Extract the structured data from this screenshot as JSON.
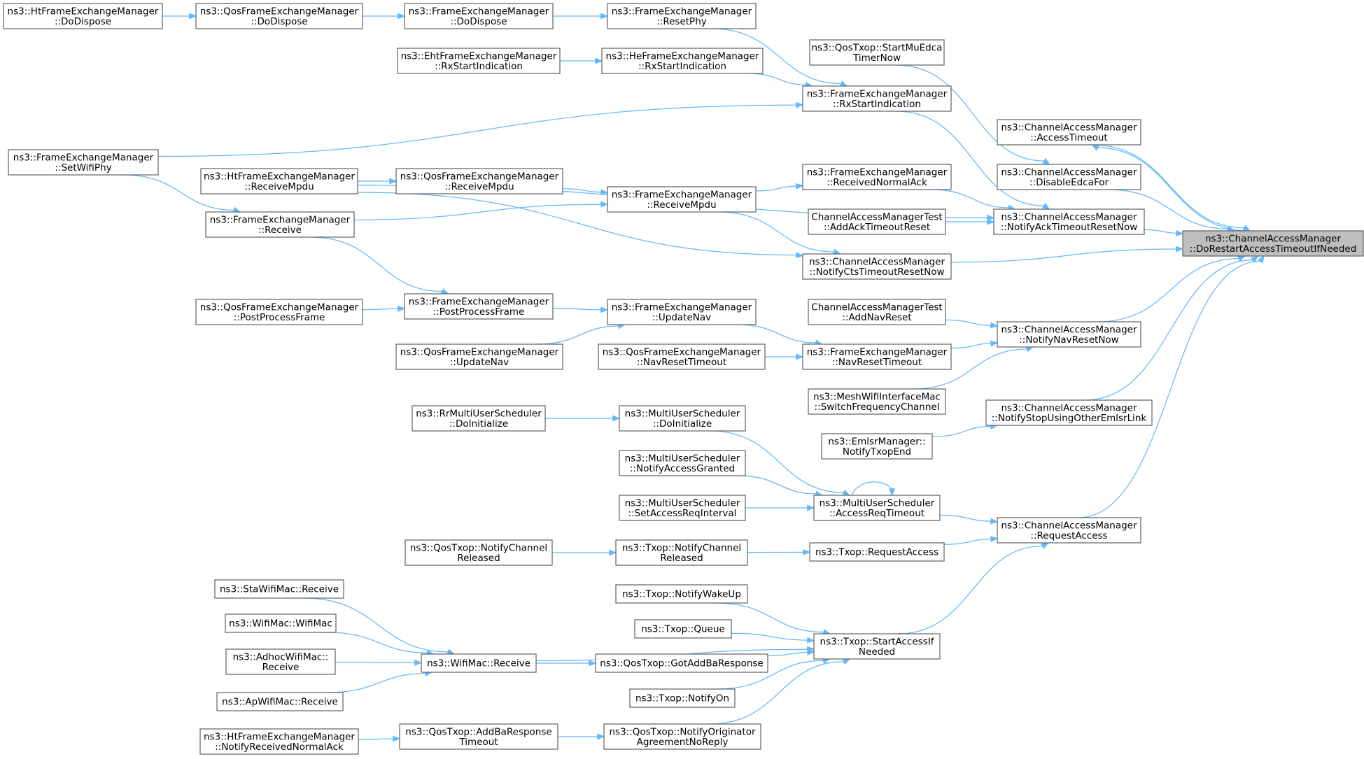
{
  "root_node": "n_root",
  "colors": {
    "edge": "#63b8ff",
    "node_border": "#666666",
    "root_fill": "#bfbfbf"
  },
  "nodes": {
    "n_root": {
      "lines": [
        "ns3::ChannelAccessManager",
        "::DoRestartAccessTimeoutIfNeeded"
      ]
    },
    "n_access_timeout": {
      "lines": [
        "ns3::ChannelAccessManager",
        "::AccessTimeout"
      ]
    },
    "n_disable_edca": {
      "lines": [
        "ns3::ChannelAccessManager",
        "::DisableEdcaFor"
      ]
    },
    "n_notify_ack": {
      "lines": [
        "ns3::ChannelAccessManager",
        "::NotifyAckTimeoutResetNow"
      ]
    },
    "n_notify_nav": {
      "lines": [
        "ns3::ChannelAccessManager",
        "::NotifyNavResetNow"
      ]
    },
    "n_notify_stop": {
      "lines": [
        "ns3::ChannelAccessManager",
        "::NotifyStopUsingOtherEmlsrLink"
      ]
    },
    "n_request_access": {
      "lines": [
        "ns3::ChannelAccessManager",
        "::RequestAccess"
      ]
    },
    "n_notify_cts": {
      "lines": [
        "ns3::ChannelAccessManager",
        "::NotifyCtsTimeoutResetNow"
      ]
    },
    "n_fem_rxstart": {
      "lines": [
        "ns3::FrameExchangeManager",
        "::RxStartIndication"
      ]
    },
    "n_qostxop_startmu": {
      "lines": [
        "ns3::QosTxop::StartMuEdca",
        "TimerNow"
      ]
    },
    "n_fem_received_ack": {
      "lines": [
        "ns3::FrameExchangeManager",
        "::ReceivedNormalAck"
      ]
    },
    "n_cam_test_ack": {
      "lines": [
        "ChannelAccessManagerTest",
        "::AddAckTimeoutReset"
      ]
    },
    "n_cam_test_nav": {
      "lines": [
        "ChannelAccessManagerTest",
        "::AddNavReset"
      ]
    },
    "n_fem_nav_reset": {
      "lines": [
        "ns3::FrameExchangeManager",
        "::NavResetTimeout"
      ]
    },
    "n_mesh_switch": {
      "lines": [
        "ns3::MeshWifiInterfaceMac",
        "::SwitchFrequencyChannel"
      ]
    },
    "n_emlsr_txop_end": {
      "lines": [
        "ns3::EmlsrManager::",
        "NotifyTxopEnd"
      ]
    },
    "n_mus_accessreq": {
      "lines": [
        "ns3::MultiUserScheduler",
        "::AccessReqTimeout"
      ]
    },
    "n_txop_requestaccess": {
      "lines": [
        "ns3::Txop::RequestAccess"
      ]
    },
    "n_txop_startaccess": {
      "lines": [
        "ns3::Txop::StartAccessIf",
        "Needed"
      ]
    },
    "n_fem_resetphy": {
      "lines": [
        "ns3::FrameExchangeManager",
        "::ResetPhy"
      ]
    },
    "n_hefem_rxstart": {
      "lines": [
        "ns3::HeFrameExchangeManager",
        "::RxStartIndication"
      ]
    },
    "n_fem_receivempdu": {
      "lines": [
        "ns3::FrameExchangeManager",
        "::ReceiveMpdu"
      ]
    },
    "n_fem_updatenav": {
      "lines": [
        "ns3::FrameExchangeManager",
        "::UpdateNav"
      ]
    },
    "n_qosfem_navreset": {
      "lines": [
        "ns3::QosFrameExchangeManager",
        "::NavResetTimeout"
      ]
    },
    "n_mus_doinit": {
      "lines": [
        "ns3::MultiUserScheduler",
        "::DoInitialize"
      ]
    },
    "n_mus_notifygranted": {
      "lines": [
        "ns3::MultiUserScheduler",
        "::NotifyAccessGranted"
      ]
    },
    "n_mus_setinterval": {
      "lines": [
        "ns3::MultiUserScheduler",
        "::SetAccessReqInterval"
      ]
    },
    "n_txop_notifychan": {
      "lines": [
        "ns3::Txop::NotifyChannel",
        "Released"
      ]
    },
    "n_txop_wakeup": {
      "lines": [
        "ns3::Txop::NotifyWakeUp"
      ]
    },
    "n_txop_queue": {
      "lines": [
        "ns3::Txop::Queue"
      ]
    },
    "n_qostxop_gotaddba": {
      "lines": [
        "ns3::QosTxop::GotAddBaResponse"
      ]
    },
    "n_txop_notifyon": {
      "lines": [
        "ns3::Txop::NotifyOn"
      ]
    },
    "n_qostxop_notifyorig": {
      "lines": [
        "ns3::QosTxop::NotifyOriginator",
        "AgreementNoReply"
      ]
    },
    "n_fem_dodispose": {
      "lines": [
        "ns3::FrameExchangeManager",
        "::DoDispose"
      ]
    },
    "n_ehtfem_rxstart": {
      "lines": [
        "ns3::EhtFrameExchangeManager",
        "::RxStartIndication"
      ]
    },
    "n_qosfem_receivempdu": {
      "lines": [
        "ns3::QosFrameExchangeManager",
        "::ReceiveMpdu"
      ]
    },
    "n_fem_postprocess": {
      "lines": [
        "ns3::FrameExchangeManager",
        "::PostProcessFrame"
      ]
    },
    "n_qosfem_updatenav": {
      "lines": [
        "ns3::QosFrameExchangeManager",
        "::UpdateNav"
      ]
    },
    "n_rr_doinit": {
      "lines": [
        "ns3::RrMultiUserScheduler",
        "::DoInitialize"
      ]
    },
    "n_qostxop_notifychan": {
      "lines": [
        "ns3::QosTxop::NotifyChannel",
        "Released"
      ]
    },
    "n_wifimac_receive": {
      "lines": [
        "ns3::WifiMac::Receive"
      ]
    },
    "n_qostxop_addba": {
      "lines": [
        "ns3::QosTxop::AddBaResponse",
        "Timeout"
      ]
    },
    "n_qosfem_dodispose": {
      "lines": [
        "ns3::QosFrameExchangeManager",
        "::DoDispose"
      ]
    },
    "n_htfem_receivempdu": {
      "lines": [
        "ns3::HtFrameExchangeManager",
        "::ReceiveMpdu"
      ]
    },
    "n_fem_receive": {
      "lines": [
        "ns3::FrameExchangeManager",
        "::Receive"
      ]
    },
    "n_qosfem_postprocess": {
      "lines": [
        "ns3::QosFrameExchangeManager",
        "::PostProcessFrame"
      ]
    },
    "n_stawifimac_receive": {
      "lines": [
        "ns3::StaWifiMac::Receive"
      ]
    },
    "n_wifimac_wifimac": {
      "lines": [
        "ns3::WifiMac::WifiMac"
      ]
    },
    "n_adhoc_receive": {
      "lines": [
        "ns3::AdhocWifiMac::",
        "Receive"
      ]
    },
    "n_ap_receive": {
      "lines": [
        "ns3::ApWifiMac::Receive"
      ]
    },
    "n_htfem_notifyack": {
      "lines": [
        "ns3::HtFrameExchangeManager",
        "::NotifyReceivedNormalAck"
      ]
    },
    "n_htfem_dodispose": {
      "lines": [
        "ns3::HtFrameExchangeManager",
        "::DoDispose"
      ]
    },
    "n_fem_setwifiphy": {
      "lines": [
        "ns3::FrameExchangeManager",
        "::SetWifiPhy"
      ]
    }
  },
  "edges": [
    {
      "from": "n_access_timeout",
      "to": "n_root"
    },
    {
      "from": "n_root",
      "to": "n_access_timeout"
    },
    {
      "from": "n_disable_edca",
      "to": "n_root"
    },
    {
      "from": "n_notify_ack",
      "to": "n_root"
    },
    {
      "from": "n_notify_nav",
      "to": "n_root"
    },
    {
      "from": "n_notify_stop",
      "to": "n_root"
    },
    {
      "from": "n_request_access",
      "to": "n_root"
    },
    {
      "from": "n_notify_cts",
      "to": "n_root"
    },
    {
      "from": "n_fem_rxstart",
      "to": "n_notify_ack"
    },
    {
      "from": "n_qostxop_startmu",
      "to": "n_disable_edca"
    },
    {
      "from": "n_fem_received_ack",
      "to": "n_notify_ack"
    },
    {
      "from": "n_cam_test_ack",
      "to": "n_notify_ack"
    },
    {
      "from": "n_htfem_receivempdu",
      "to": "n_notify_ack"
    },
    {
      "from": "n_cam_test_nav",
      "to": "n_notify_nav"
    },
    {
      "from": "n_fem_nav_reset",
      "to": "n_notify_nav"
    },
    {
      "from": "n_mesh_switch",
      "to": "n_notify_nav"
    },
    {
      "from": "n_emlsr_txop_end",
      "to": "n_notify_stop"
    },
    {
      "from": "n_mus_accessreq",
      "to": "n_request_access"
    },
    {
      "from": "n_txop_requestaccess",
      "to": "n_request_access"
    },
    {
      "from": "n_txop_startaccess",
      "to": "n_request_access"
    },
    {
      "from": "n_fem_receivempdu",
      "to": "n_notify_cts"
    },
    {
      "from": "n_htfem_receivempdu",
      "to": "n_notify_cts"
    },
    {
      "from": "n_fem_resetphy",
      "to": "n_fem_rxstart"
    },
    {
      "from": "n_hefem_rxstart",
      "to": "n_fem_rxstart"
    },
    {
      "from": "n_fem_setwifiphy",
      "to": "n_fem_rxstart"
    },
    {
      "from": "n_fem_receivempdu",
      "to": "n_fem_received_ack"
    },
    {
      "from": "n_fem_updatenav",
      "to": "n_fem_nav_reset"
    },
    {
      "from": "n_qosfem_navreset",
      "to": "n_fem_nav_reset"
    },
    {
      "from": "n_mus_doinit",
      "to": "n_mus_accessreq"
    },
    {
      "from": "n_mus_notifygranted",
      "to": "n_mus_accessreq"
    },
    {
      "from": "n_mus_setinterval",
      "to": "n_mus_accessreq"
    },
    {
      "from": "n_mus_accessreq",
      "to": "n_mus_accessreq"
    },
    {
      "from": "n_txop_notifychan",
      "to": "n_txop_requestaccess"
    },
    {
      "from": "n_txop_wakeup",
      "to": "n_txop_startaccess"
    },
    {
      "from": "n_txop_queue",
      "to": "n_txop_startaccess"
    },
    {
      "from": "n_qostxop_gotaddba",
      "to": "n_txop_startaccess"
    },
    {
      "from": "n_txop_notifyon",
      "to": "n_txop_startaccess"
    },
    {
      "from": "n_qostxop_notifyorig",
      "to": "n_txop_startaccess"
    },
    {
      "from": "n_wifimac_receive",
      "to": "n_txop_startaccess"
    },
    {
      "from": "n_fem_dodispose",
      "to": "n_fem_resetphy"
    },
    {
      "from": "n_ehtfem_rxstart",
      "to": "n_hefem_rxstart"
    },
    {
      "from": "n_qosfem_receivempdu",
      "to": "n_fem_receivempdu"
    },
    {
      "from": "n_fem_receive",
      "to": "n_fem_receivempdu"
    },
    {
      "from": "n_fem_postprocess",
      "to": "n_fem_updatenav"
    },
    {
      "from": "n_qosfem_updatenav",
      "to": "n_fem_updatenav"
    },
    {
      "from": "n_rr_doinit",
      "to": "n_mus_doinit"
    },
    {
      "from": "n_qostxop_notifychan",
      "to": "n_txop_notifychan"
    },
    {
      "from": "n_wifimac_receive",
      "to": "n_qostxop_gotaddba"
    },
    {
      "from": "n_qostxop_addba",
      "to": "n_qostxop_notifyorig"
    },
    {
      "from": "n_qosfem_dodispose",
      "to": "n_fem_dodispose"
    },
    {
      "from": "n_htfem_receivempdu",
      "to": "n_qosfem_receivempdu"
    },
    {
      "from": "n_fem_setwifiphy",
      "to": "n_fem_receive"
    },
    {
      "from": "n_fem_receive",
      "to": "n_fem_postprocess"
    },
    {
      "from": "n_qosfem_postprocess",
      "to": "n_fem_postprocess"
    },
    {
      "from": "n_stawifimac_receive",
      "to": "n_wifimac_receive"
    },
    {
      "from": "n_wifimac_wifimac",
      "to": "n_wifimac_receive"
    },
    {
      "from": "n_adhoc_receive",
      "to": "n_wifimac_receive"
    },
    {
      "from": "n_ap_receive",
      "to": "n_wifimac_receive"
    },
    {
      "from": "n_htfem_notifyack",
      "to": "n_qostxop_addba"
    },
    {
      "from": "n_htfem_dodispose",
      "to": "n_qosfem_dodispose"
    }
  ]
}
